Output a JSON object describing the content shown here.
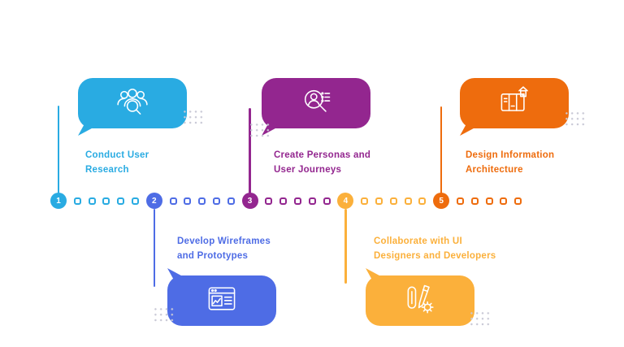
{
  "background_color": "#ffffff",
  "decor_dot_color": "#c9c9d6",
  "timeline": {
    "dots_per_segment": 5
  },
  "steps": [
    {
      "number": "1",
      "label": "Conduct User Research",
      "color": "#29abe2",
      "position": "top",
      "icon": "user-research-icon"
    },
    {
      "number": "2",
      "label": "Develop Wireframes and Prototypes",
      "color": "#4e6ce5",
      "position": "bottom",
      "icon": "wireframe-prototype-icon"
    },
    {
      "number": "3",
      "label": "Create Personas and User Journeys",
      "color": "#93268f",
      "position": "top",
      "icon": "persona-search-icon"
    },
    {
      "number": "4",
      "label": "Collaborate with UI Designers and Developers",
      "color": "#fbb03b",
      "position": "bottom",
      "icon": "collaboration-tools-icon"
    },
    {
      "number": "5",
      "label": "Design Information Architecture",
      "color": "#ee6c0d",
      "position": "top",
      "icon": "blueprint-architecture-icon"
    }
  ]
}
